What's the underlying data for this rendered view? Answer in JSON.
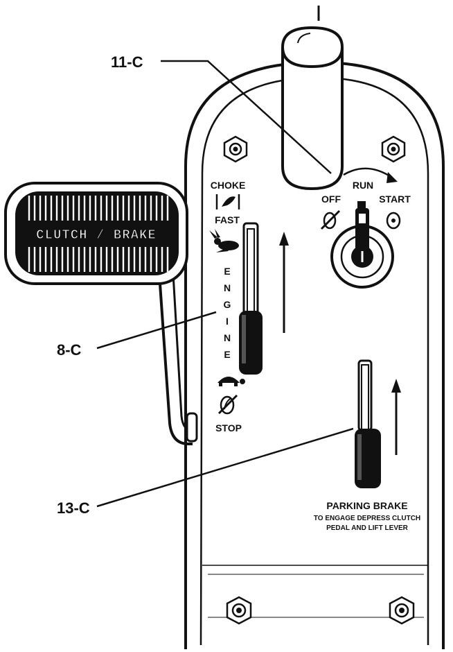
{
  "callouts": {
    "steering": "11-C",
    "throttle": "8-C",
    "brake": "13-C"
  },
  "pedal": {
    "label": "CLUTCH / BRAKE"
  },
  "throttle_panel": {
    "choke": "CHOKE",
    "fast": "FAST",
    "engine_letters": [
      "E",
      "N",
      "G",
      "I",
      "N",
      "E"
    ],
    "stop": "STOP"
  },
  "ignition": {
    "run": "RUN",
    "off": "OFF",
    "start": "START"
  },
  "parking_brake": {
    "title": "PARKING BRAKE",
    "line1": "TO ENGAGE DEPRESS CLUTCH",
    "line2": "PEDAL AND LIFT LEVER"
  },
  "colors": {
    "ink": "#111111",
    "paper": "#ffffff"
  }
}
